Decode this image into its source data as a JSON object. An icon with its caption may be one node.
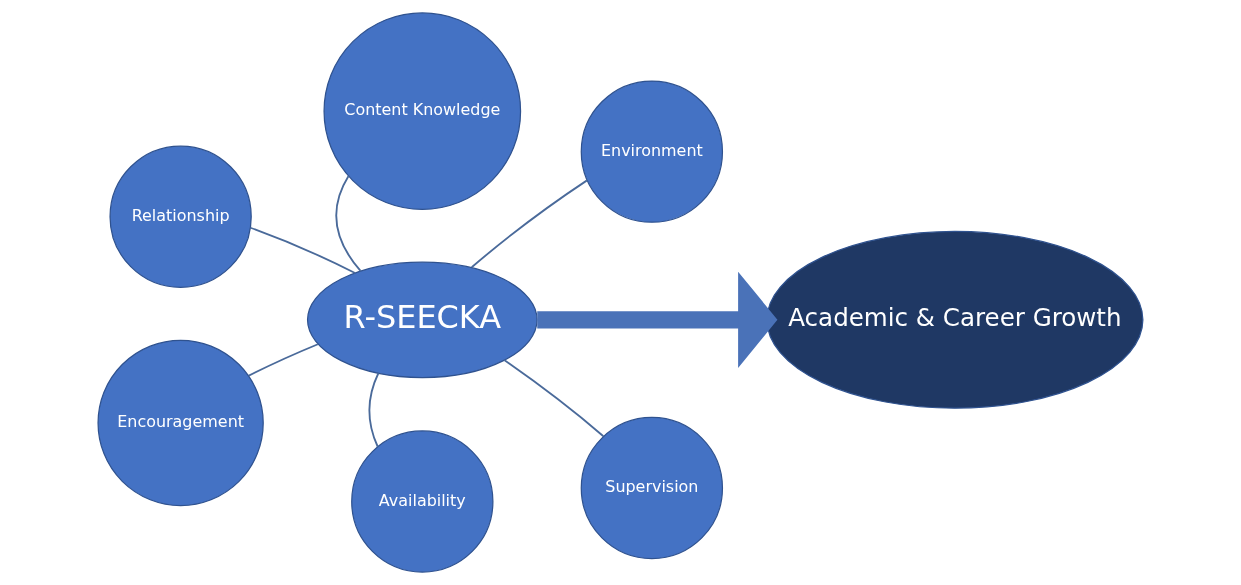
{
  "diagram": {
    "nodes": [
      {
        "text": [
          "R-SEECKA"
        ]
      },
      {
        "text": [
          "Content Knowledge"
        ]
      },
      {
        "text": [
          "Environment"
        ]
      },
      {
        "text": [
          "Relationship"
        ]
      },
      {
        "text": [
          "Encouragement"
        ]
      },
      {
        "text": [
          "Supervision"
        ]
      },
      {
        "text": [
          "Availability"
        ]
      },
      {
        "text": [
          "Academic & Career Growth"
        ]
      }
    ],
    "edges": [
      {
        "from": 0,
        "to": 1,
        "arrow": "none"
      },
      {
        "from": 0,
        "to": 2,
        "arrow": "none"
      },
      {
        "from": 0,
        "to": 3,
        "arrow": "none"
      },
      {
        "from": 0,
        "to": 4,
        "arrow": "none"
      },
      {
        "from": 0,
        "to": 5,
        "arrow": "none"
      },
      {
        "from": 0,
        "to": 6,
        "arrow": "none"
      },
      {
        "from": 0,
        "to": 7,
        "arrow": "to",
        "style": "thick",
        "color": "#4a72b8"
      }
    ]
  }
}
